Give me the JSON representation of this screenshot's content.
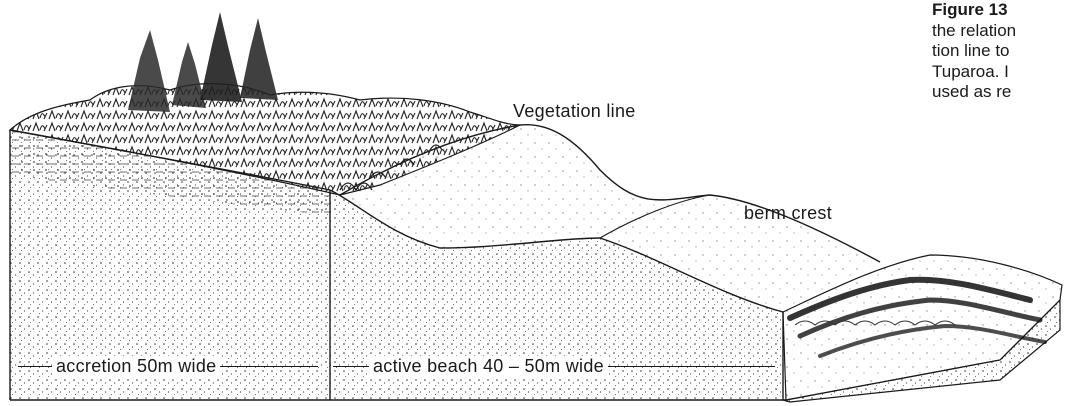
{
  "caption": {
    "line1_bold": "Figure 13",
    "line2": "the relation",
    "line3": "tion line to",
    "line4": "Tuparoa. I",
    "line5": "used as re"
  },
  "labels": {
    "vegetation_line": "Vegetation line",
    "berm_crest": "berm crest"
  },
  "zones": {
    "accretion": "accretion 50m wide",
    "active_beach": "active beach  40 – 50m wide"
  }
}
